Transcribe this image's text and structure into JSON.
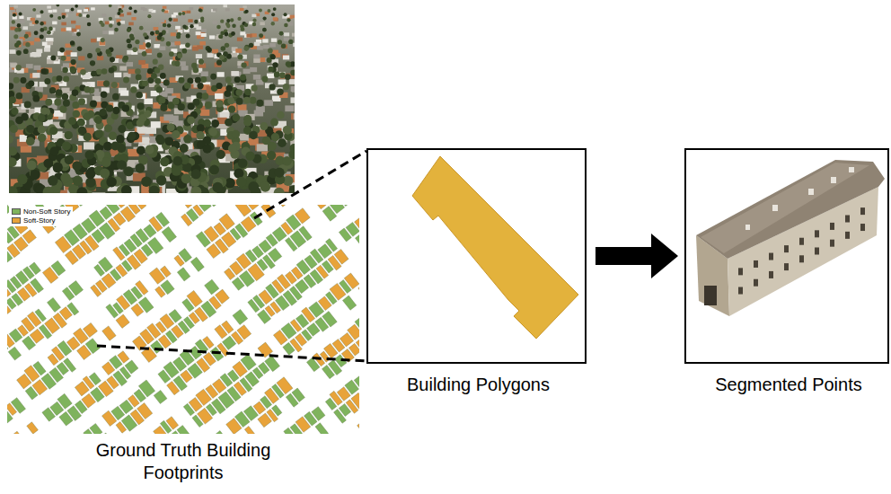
{
  "diagram": {
    "nodes": [
      {
        "text": [
          "Ground Truth Building Footprints"
        ]
      },
      {
        "text": [
          "Building Polygons"
        ]
      },
      {
        "text": [
          "Segmented Points"
        ]
      }
    ],
    "edges": [
      {
        "from": 0,
        "to": 1,
        "arrow": "none"
      },
      {
        "from": 0,
        "to": 1,
        "arrow": "none"
      },
      {
        "from": 1,
        "to": 2,
        "arrow": "to"
      }
    ],
    "legend": [
      {
        "text": "Non-Soft Story",
        "color": "#7fb35d"
      },
      {
        "text": "Soft-Story",
        "color": "#e8a33a"
      }
    ]
  }
}
